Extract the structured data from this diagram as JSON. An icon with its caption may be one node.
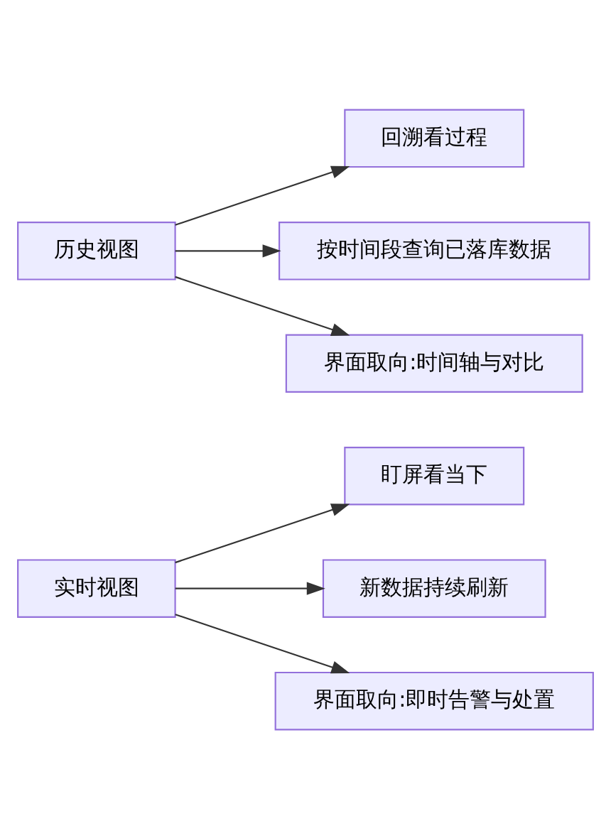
{
  "diagram": {
    "nodes": [
      {
        "text": [
          "实时视图"
        ]
      },
      {
        "text": [
          "盯屏看当下"
        ]
      },
      {
        "text": [
          "新数据持续刷新"
        ]
      },
      {
        "text": [
          "界面取向:即时告警与处置"
        ]
      },
      {
        "text": [
          "历史视图"
        ]
      },
      {
        "text": [
          "回溯看过程"
        ]
      },
      {
        "text": [
          "按时间段查询已落库数据"
        ]
      },
      {
        "text": [
          "界面取向:时间轴与对比"
        ]
      }
    ],
    "edges": [
      {
        "from": 0,
        "to": 1,
        "arrow": "to"
      },
      {
        "from": 0,
        "to": 2,
        "arrow": "to"
      },
      {
        "from": 0,
        "to": 3,
        "arrow": "to"
      },
      {
        "from": 4,
        "to": 5,
        "arrow": "to"
      },
      {
        "from": 4,
        "to": 6,
        "arrow": "to"
      },
      {
        "from": 4,
        "to": 7,
        "arrow": "to"
      }
    ]
  }
}
